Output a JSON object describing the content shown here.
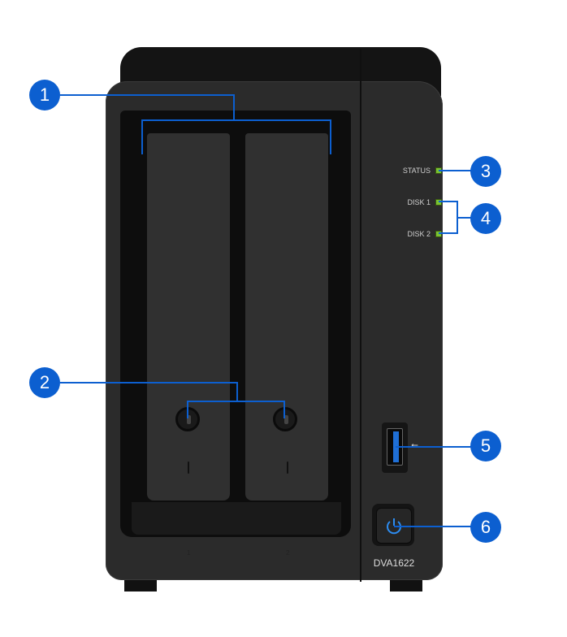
{
  "device": {
    "model": "DVA1622",
    "slot_numbers": [
      "1",
      "2"
    ],
    "indicators": [
      {
        "label": "STATUS",
        "color": "#7ac231"
      },
      {
        "label": "DISK 1",
        "color": "#7ac231"
      },
      {
        "label": "DISK 2",
        "color": "#7ac231"
      }
    ],
    "usb_icon": "usb-icon",
    "power_icon": "power-icon"
  },
  "callouts": [
    "1",
    "2",
    "3",
    "4",
    "5",
    "6"
  ],
  "accent_color": "#0c5fd0"
}
